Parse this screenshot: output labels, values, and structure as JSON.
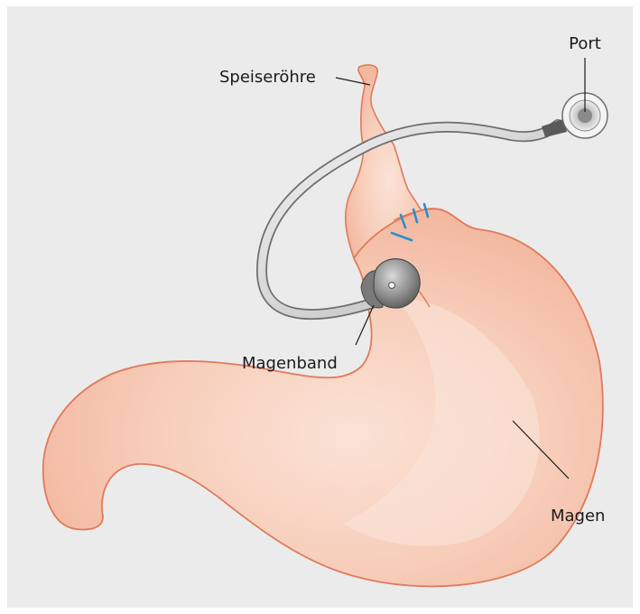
{
  "labels": {
    "port": "Port",
    "esophagus": "Speiseröhre",
    "band": "Magenband",
    "stomach": "Magen"
  },
  "colors": {
    "background": "#ebebeb",
    "stomach_fill": "#f5c2ad",
    "stomach_outline": "#e07a5a",
    "tube": "#c8c8c8",
    "tube_outline": "#6e6e6e",
    "band": "#8c8c8c",
    "sutures": "#2a8fd0"
  },
  "icons": [
    "gastric-band-device",
    "port-device",
    "stomach",
    "esophagus"
  ]
}
